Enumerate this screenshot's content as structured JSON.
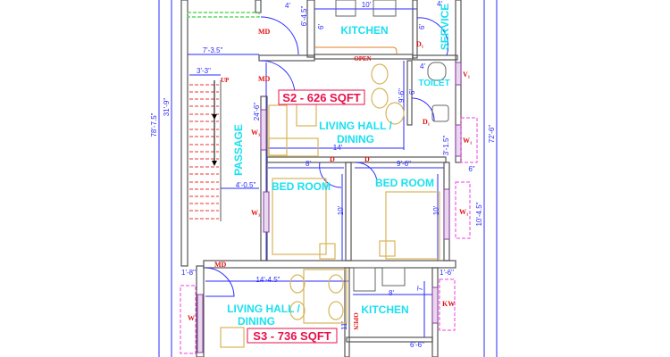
{
  "labels": {
    "kitchen_top": "KITCHEN",
    "service": "SERVICE",
    "toilet": "TOILET",
    "passage": "PASSAGE",
    "s2_area": "S2 - 626 SQFT",
    "s2_living_1": "LIVING HALL /",
    "s2_living_2": "DINING",
    "bedroom_1": "BED ROOM",
    "bedroom_2": "BED ROOM",
    "s3_living_1": "LIVING HALL /",
    "s3_living_2": "DINING",
    "s3_area": "S3 - 736 SQFT",
    "kitchen_bottom": "KITCHEN",
    "open_top": "OPEN",
    "open_bottom": "OPEN",
    "up": "UP"
  },
  "tags": {
    "md_1": "MD",
    "md_2": "MD",
    "md_3": "MD",
    "d1_kitchen": "D₁",
    "d1_toilet": "D₁",
    "d_bed1": "D",
    "d_bed2": "D",
    "v1": "V₁",
    "w1_toilet": "W₁",
    "w1_living": "W₁",
    "w1_bed1": "W₁",
    "w1_bed2": "W₁",
    "w_s3": "W",
    "kw": "KW"
  },
  "dimensions": {
    "overall_left": "78'-7.5\"",
    "left_31": "31'-9\"",
    "overall_right": "72'-6\"",
    "right_10": "10'-4.5\"",
    "top_4": "4'",
    "top_10": "10'",
    "top_4_service": "4'",
    "d_6_4_5": "6'-4.5\"",
    "k_6a": "6'",
    "k_6b": "6'",
    "d_7_3_5": "7'-3.5\"",
    "d_3_3": "3'-3\"",
    "d_24_6": "24'-6\"",
    "d_14": "14'",
    "d_9_6_living": "9'-6\"",
    "toilet_4": "4'",
    "toilet_6": "6'",
    "d_3_1_5": "3'-1.5\"",
    "d_8": "8'",
    "d_9_6": "9'-6\"",
    "d_6in": "6\"",
    "d_4_0_5": "4'-0.5\"",
    "bed_10a": "10'",
    "bed_10b": "10'",
    "d_1_8": "1'-8\"",
    "d_14_4_5": "14'-4.5\"",
    "d_1_6": "1'-6\"",
    "k_8": "8'",
    "k_7": "7'",
    "d_11": "11'",
    "d_6_6": "6'-6\""
  },
  "colors": {
    "room_label": "#19e0f0",
    "dimension": "#2a2aff",
    "tag": "#e01010",
    "area_label": "#e8104a",
    "furniture": "#d8b45a"
  }
}
